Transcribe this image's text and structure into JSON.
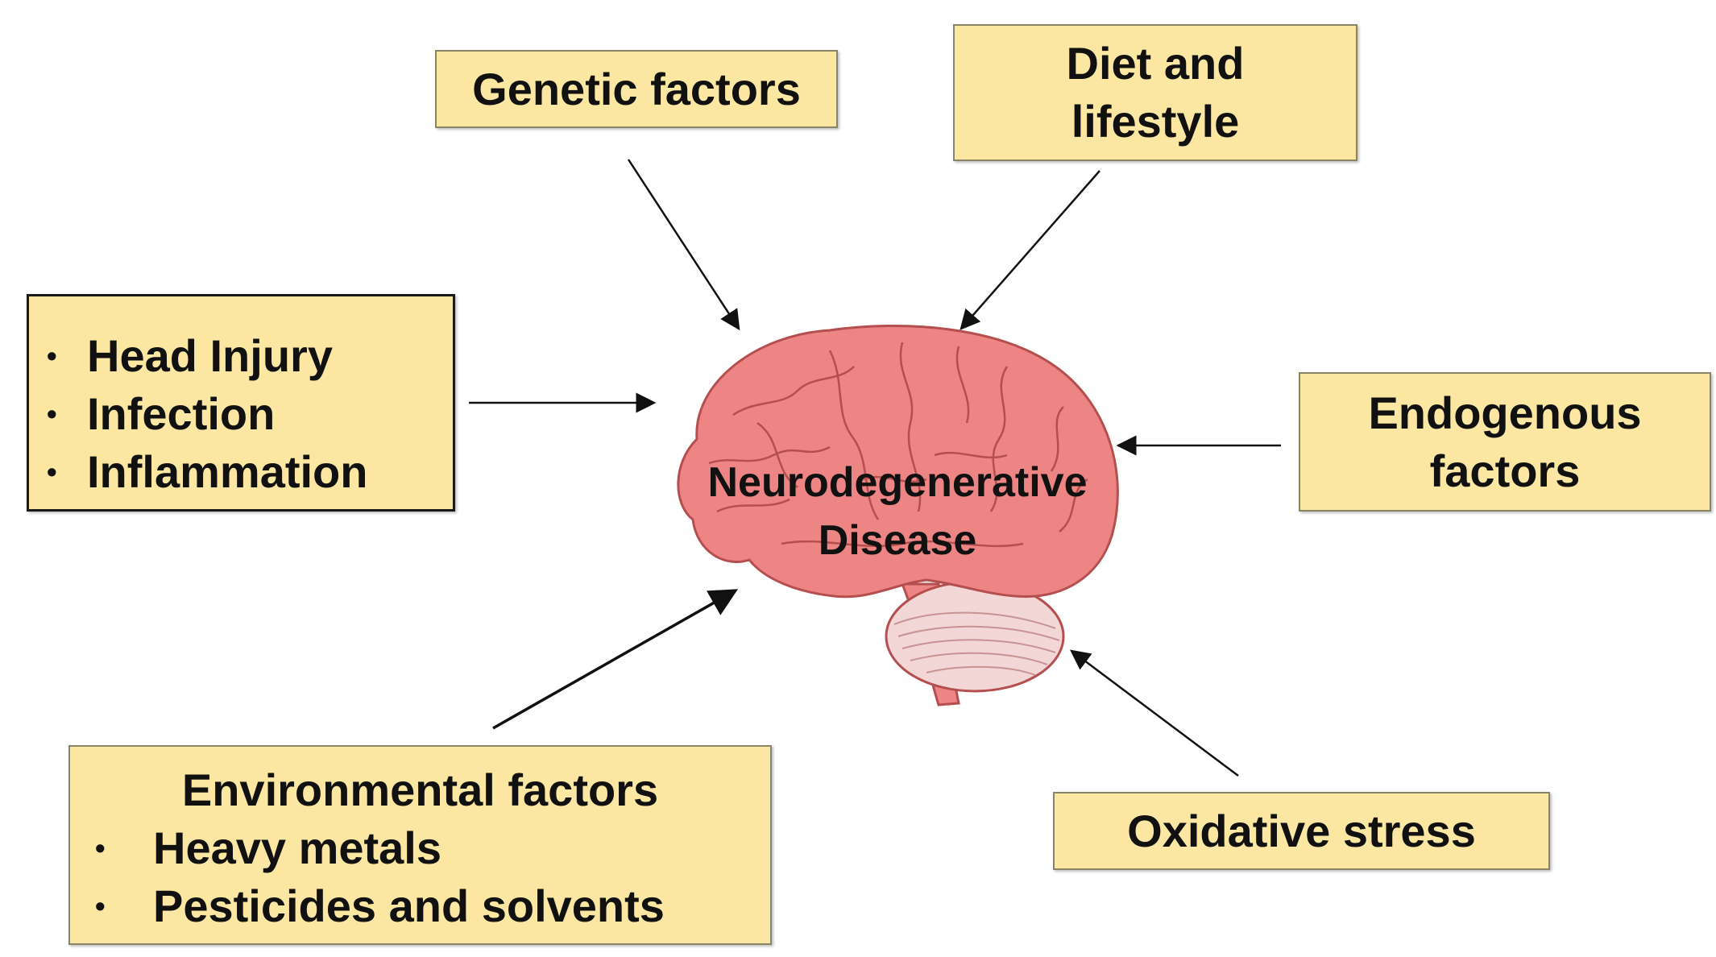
{
  "center": {
    "line1": "Neurodegenerative",
    "line2": "Disease"
  },
  "boxes": {
    "genetic": {
      "label": "Genetic factors"
    },
    "diet": {
      "line1": "Diet and",
      "line2": "lifestyle"
    },
    "head": {
      "items": [
        "Head Injury",
        "Infection",
        "Inflammation"
      ]
    },
    "endogenous": {
      "line1": "Endogenous",
      "line2": "factors"
    },
    "environmental": {
      "title": "Environmental factors",
      "items": [
        "Heavy metals",
        "Pesticides and solvents"
      ]
    },
    "oxidative": {
      "label": "Oxidative stress"
    }
  },
  "colors": {
    "box_fill": "#fbe6a2",
    "brain_fill": "#ec8584",
    "brain_outline": "#b54f4f",
    "cerebellum_fill": "#f3d6d6"
  }
}
